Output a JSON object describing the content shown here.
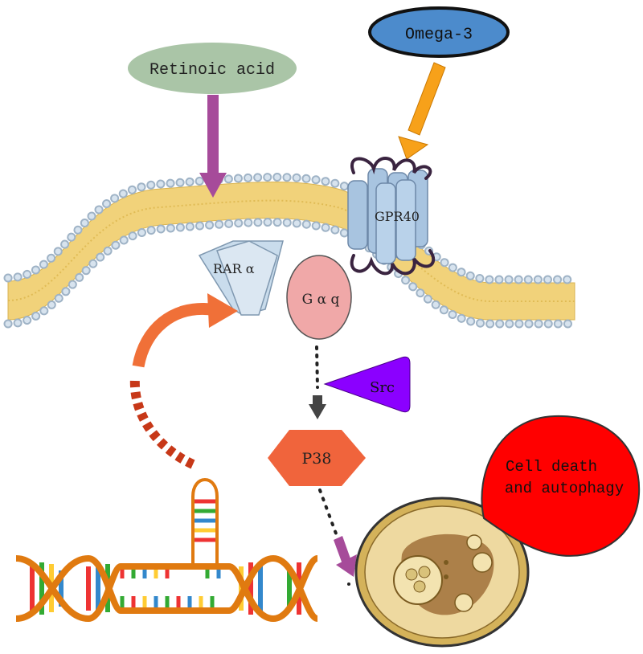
{
  "labels": {
    "retinoic_acid": "Retinoic acid",
    "omega3": "Omega-3",
    "gpr40": "GPR40",
    "rar_alpha": "RAR α",
    "g_alpha_q": "G α q",
    "src": "Src",
    "p38": "P38",
    "cell_death": "Cell death",
    "and_autophagy": "and autophagy"
  },
  "colors": {
    "retinoic_oval": "#aac5a7",
    "omega_oval": "#4c8bcc",
    "magenta_arrow": "#a64b9a",
    "orange_arrow": "#f7a11a",
    "membrane_core": "#f1d27a",
    "head_group": "#b9cbdc",
    "gpr40": "#a8c4e0",
    "rar": "#c9dcec",
    "gaq": "#f0a8a8",
    "src": "#8b00ff",
    "p38": "#f0643c",
    "red_bubble": "#ff0000",
    "curved_arrow": "#f07038",
    "cell_outer": "#d4b25a"
  }
}
